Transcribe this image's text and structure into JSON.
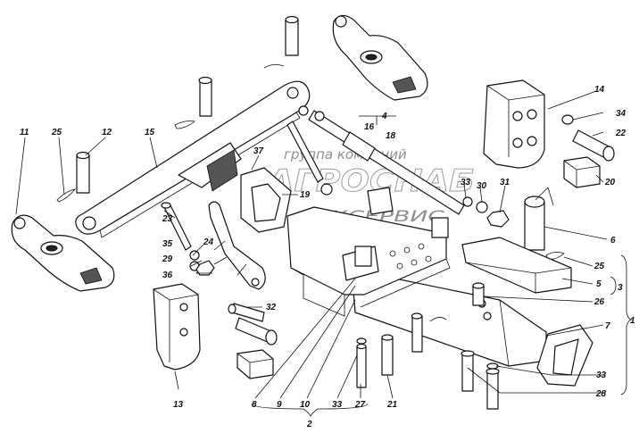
{
  "watermark": {
    "line1": "группа компаний",
    "line2": "АГРОСНАБ",
    "line3": "ТЕХСЕРВИС"
  },
  "labels": {
    "n1": "1",
    "n2": "2",
    "n3": "3",
    "n4": "4",
    "n5": "5",
    "n6": "6",
    "n7": "7",
    "n8": "8",
    "n9": "9",
    "n10": "10",
    "n11": "11",
    "n12": "12",
    "n13": "13",
    "n14": "14",
    "n15": "15",
    "n16": "16",
    "n18": "18",
    "n19": "19",
    "n20": "20",
    "n21": "21",
    "n22": "22",
    "n23": "23",
    "n24": "24",
    "n25a": "25",
    "n25b": "25",
    "n26": "26",
    "n27": "27",
    "n28": "28",
    "n29": "29",
    "n30": "30",
    "n31": "31",
    "n32": "32",
    "n33a": "33",
    "n33b": "33",
    "n33c": "33",
    "n34": "34",
    "n35": "35",
    "n36": "36",
    "n37": "37"
  }
}
